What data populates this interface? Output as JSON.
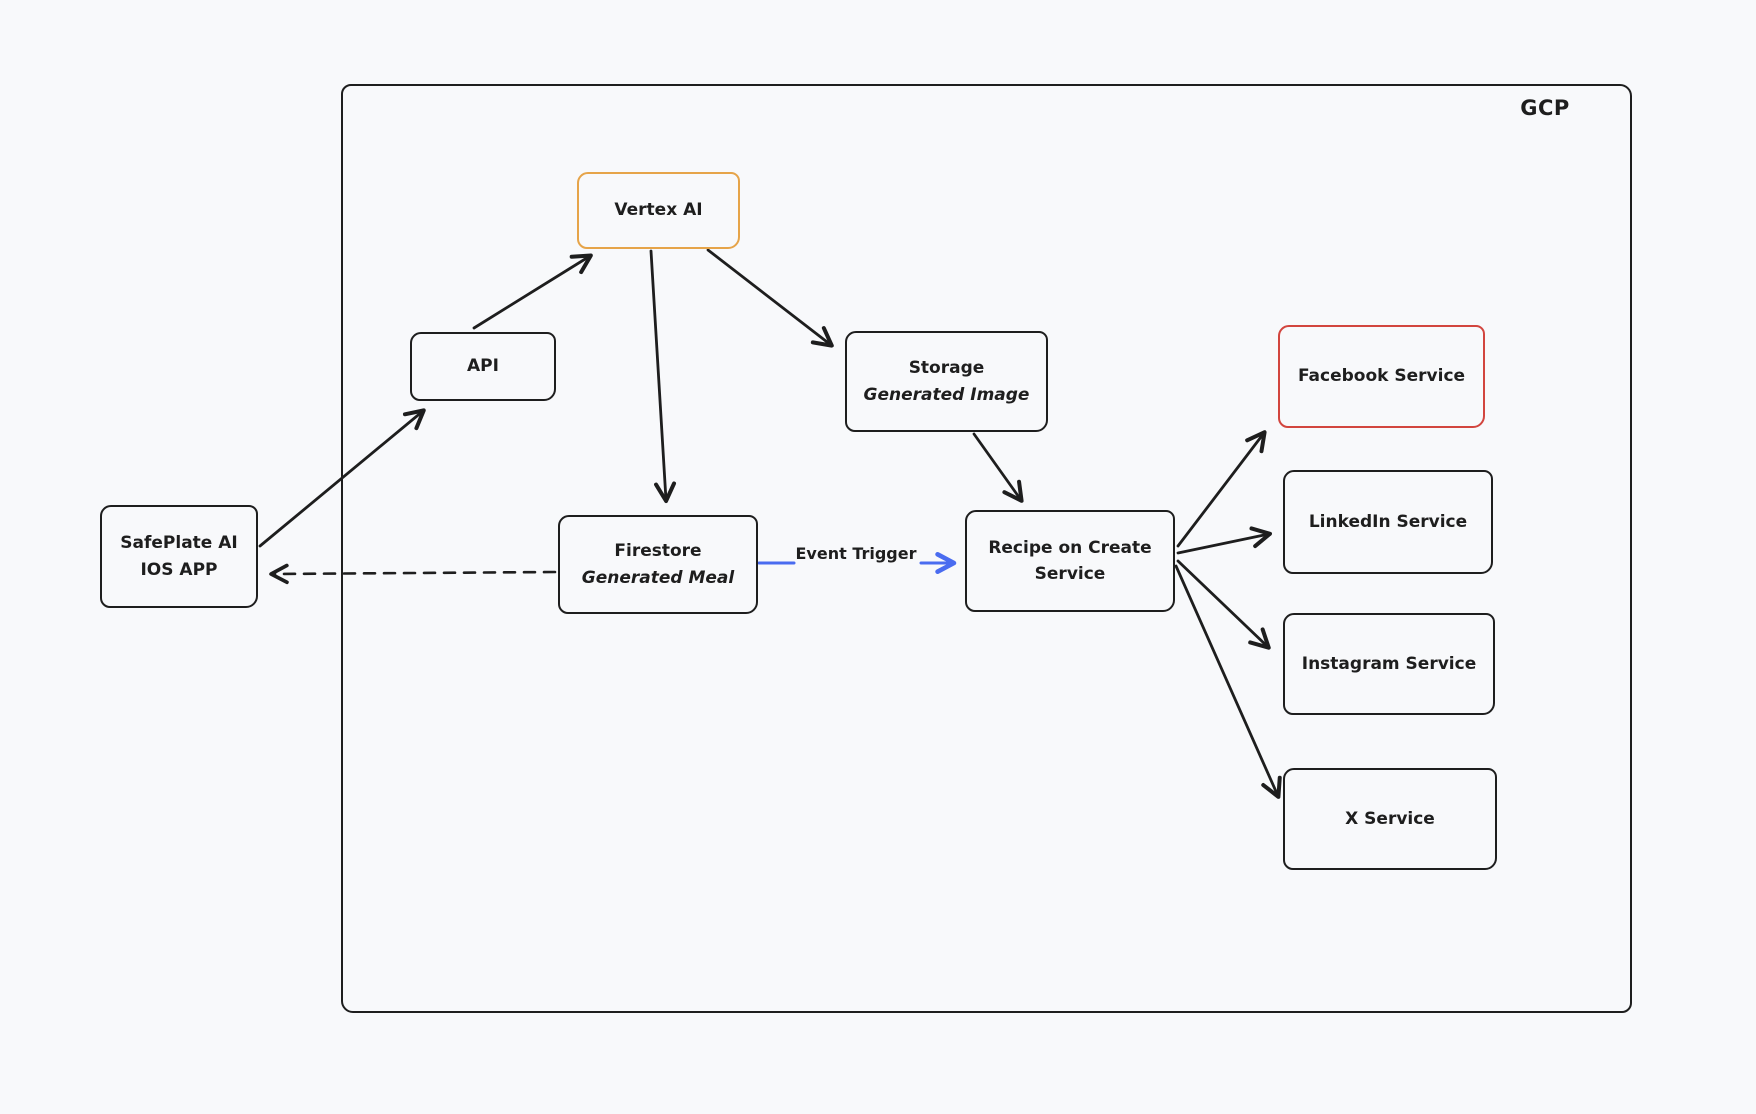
{
  "diagram": {
    "container_label": "GCP",
    "colors": {
      "background": "#f8f9fb",
      "stroke": "#1e1e1e",
      "vertex_border_orange": "#e6a449",
      "facebook_border_red": "#d2453e",
      "event_trigger_blue": "#4a6cf0"
    },
    "nodes": {
      "safeplate": {
        "line1": "SafePlate AI",
        "line2": "IOS APP"
      },
      "api": {
        "label": "API"
      },
      "vertex": {
        "label": "Vertex AI"
      },
      "storage": {
        "title": "Storage",
        "subtitle": "Generated Image"
      },
      "firestore": {
        "title": "Firestore",
        "subtitle": "Generated Meal"
      },
      "recipe": {
        "line1": "Recipe on Create",
        "line2": "Service"
      },
      "facebook": {
        "label": "Facebook Service"
      },
      "linkedin": {
        "label": "LinkedIn Service"
      },
      "instagram": {
        "label": "Instagram Service"
      },
      "xservice": {
        "label": "X Service"
      }
    },
    "edges": {
      "event_trigger_label": "Event Trigger",
      "connections": [
        {
          "from": "safeplate-ai-ios-app",
          "to": "api",
          "style": "solid-arrow"
        },
        {
          "from": "api",
          "to": "vertex-ai",
          "style": "solid-arrow"
        },
        {
          "from": "vertex-ai",
          "to": "firestore-generated-meal",
          "style": "solid-arrow"
        },
        {
          "from": "vertex-ai",
          "to": "storage-generated-image",
          "style": "solid-arrow"
        },
        {
          "from": "storage-generated-image",
          "to": "recipe-on-create-service",
          "style": "solid-arrow"
        },
        {
          "from": "firestore-generated-meal",
          "to": "safeplate-ai-ios-app",
          "style": "dashed-arrow"
        },
        {
          "from": "firestore-generated-meal",
          "to": "recipe-on-create-service",
          "style": "blue-arrow",
          "label": "Event Trigger"
        },
        {
          "from": "recipe-on-create-service",
          "to": "facebook-service",
          "style": "solid-arrow"
        },
        {
          "from": "recipe-on-create-service",
          "to": "linkedin-service",
          "style": "solid-arrow"
        },
        {
          "from": "recipe-on-create-service",
          "to": "instagram-service",
          "style": "solid-arrow"
        },
        {
          "from": "recipe-on-create-service",
          "to": "x-service",
          "style": "solid-arrow"
        }
      ]
    }
  }
}
